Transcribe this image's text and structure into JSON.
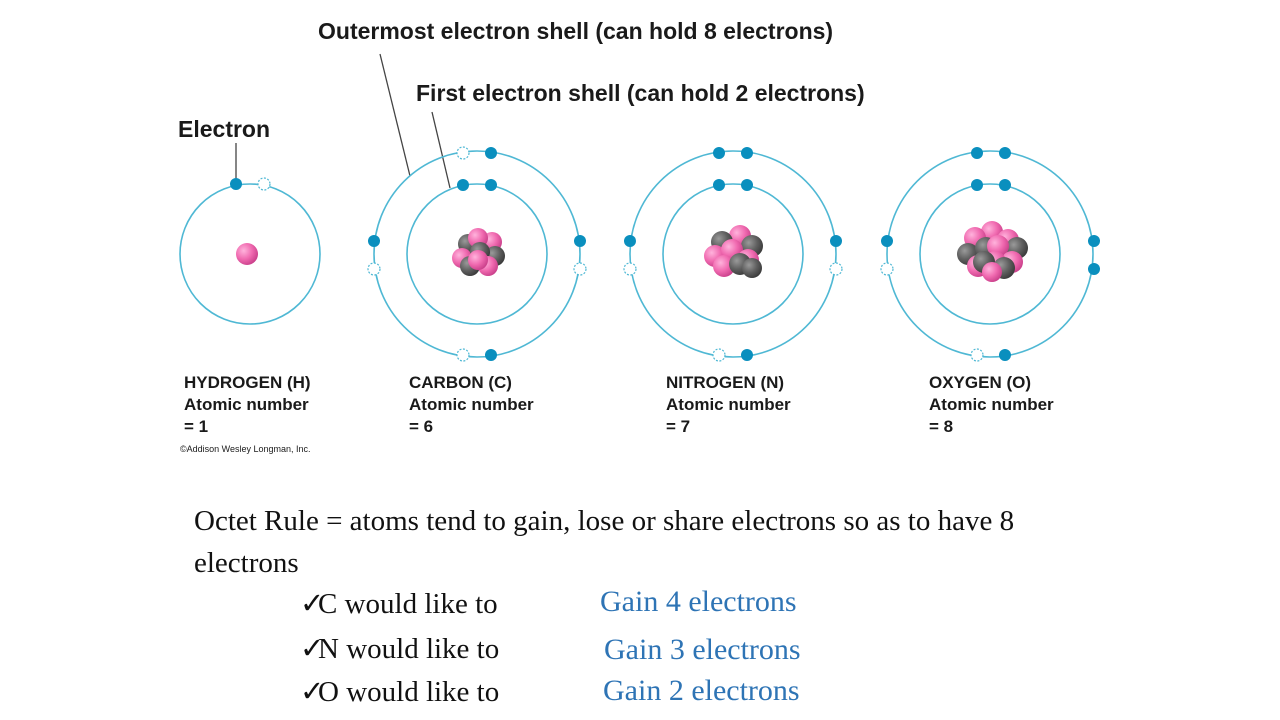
{
  "diagram": {
    "outer_shell_label": "Outermost electron shell (can hold 8 electrons)",
    "first_shell_label": "First electron shell (can hold 2 electrons)",
    "electron_label": "Electron",
    "copyright": "©Addison Wesley Longman, Inc.",
    "colors": {
      "shell": "#4fb8d4",
      "electron": "#0a8fbe",
      "proton": "#f06ab0",
      "neutron": "#6a6a6a"
    },
    "atoms": [
      {
        "name": "HYDROGEN (H)",
        "atomic_line": "Atomic number",
        "number_line": "= 1"
      },
      {
        "name": "CARBON (C)",
        "atomic_line": "Atomic number",
        "number_line": "= 6"
      },
      {
        "name": "NITROGEN (N)",
        "atomic_line": "Atomic number",
        "number_line": "= 7"
      },
      {
        "name": "OXYGEN (O)",
        "atomic_line": "Atomic number",
        "number_line": "= 8"
      }
    ]
  },
  "rule": {
    "text": "Octet Rule = atoms tend to gain, lose or share electrons so as to have 8 electrons",
    "checks": [
      {
        "mark": "✓",
        "text": "C would like to",
        "answer": "Gain 4 electrons"
      },
      {
        "mark": "✓",
        "text": "N would like to",
        "answer": "Gain 3 electrons"
      },
      {
        "mark": "✓",
        "text": "O would like to",
        "answer": "Gain 2 electrons"
      }
    ]
  }
}
